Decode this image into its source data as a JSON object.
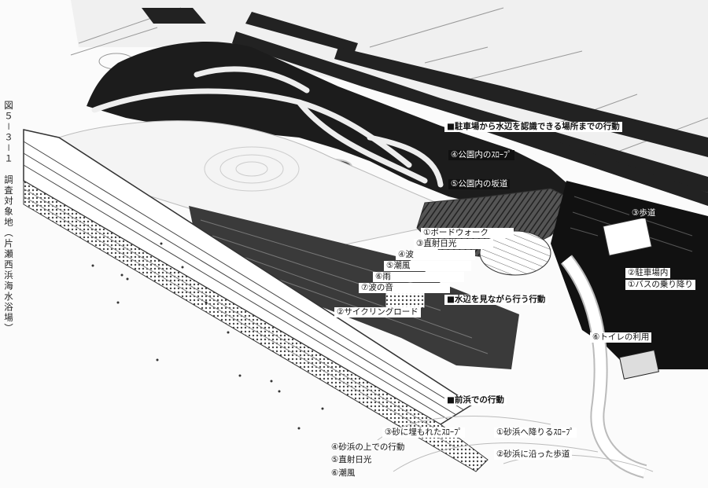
{
  "figure": {
    "caption": "図５－３－１　調査対象地（片瀬西浜海水浴場）"
  },
  "labels": {
    "parking_to_water": "■駐車場から水辺を認識できる場所までの行動",
    "park_slope_4": "④公園内のｽﾛｰﾌﾟ",
    "park_hill_5": "⑤公園内の坂道",
    "walkway_3": "③歩道",
    "boardwalk_1": "①ボードウォーク",
    "sunlight_3": "③直射日光",
    "wave_4": "④波",
    "sea_breeze_5": "⑤潮風",
    "rain_6": "⑥雨",
    "wave_sound_7": "⑦波の音",
    "along_water": "■水辺を見ながら行う行動",
    "cycling_road_2": "②サイクリングロード",
    "parking_inside_2": "②駐車場内",
    "bus_1": "①バスの乗り降り",
    "toilet_6": "⑥トイレの利用",
    "front_beach": "■前浜での行動",
    "buried_slope_3": "③砂に埋もれたｽﾛｰﾌﾟ",
    "to_beach_slope_1": "①砂浜へ降りるｽﾛｰﾌﾟ",
    "on_sand_4": "④砂浜の上での行動",
    "along_sand_2": "②砂浜に沿った歩道",
    "sunlight_5": "⑤直射日光",
    "sea_breeze_6": "⑥潮風"
  }
}
